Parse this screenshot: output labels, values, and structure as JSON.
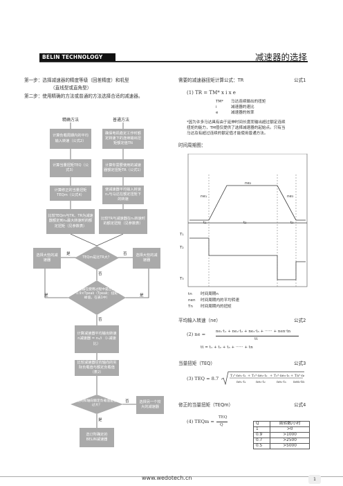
{
  "header": {
    "brand": "BELIN TECHNOLOGY",
    "title": "减速器的选择"
  },
  "left": {
    "step1": "第一步：选择减速器的精度等级（回差精度）和机型",
    "step1b": "（直线型或直角型）",
    "step2": "第二步：使用精确的方法或普通的方法选择合适的减速器。",
    "precise_label": "精确方法",
    "normal_label": "普通方法",
    "boxes": {
      "p1": "计算负载周期内的平均输入转速（公式2）",
      "p2": "计算当量扭矩TEQ（公式3）",
      "p3": "计算修正的当量扭矩TEQm（公式4）",
      "p4": "比较TEQm与TR、TR为减速器额定到n₀最大转速时的额定扭矩（见参数表）",
      "n1": "确保电机稳定工作时额定转速下的连续输出扭矩额定值TN",
      "n2": "计算你需要使用的减速器额定扭矩TR（公式1）",
      "n3": "使减速器平均输入转速n₁与马达在额定扭矩下的转速",
      "n4": "比较TR与减速器在n₁转速时的额定扭矩（见参数表）",
      "d1": "TEQm是比TR大？",
      "big_left": "选择大些的减速器",
      "big_right": "选择大些的减速器",
      "d2": "减速器在使用过程中是否超过0.9×Tpeak（Tpeak：扭矩峰值，在表1中）",
      "m1": "计算减速器平均输出转速 n减速器 = n₁/i （i-减速比）",
      "m2": "比较减速器径向轴向的实际负载值与额定负载值（表2）",
      "d3": "径向和轴向额定负载值是否过大？",
      "other": "选择另一个较大的减速器",
      "final": "选订所确定的BELIN减速器"
    },
    "yes": "是",
    "no": "否"
  },
  "right": {
    "req_title": "需要的减速器扭矩计算公式：TR",
    "formula1_tag": "公式1",
    "formula1": "(1) TR = TM* x i x e",
    "defs": [
      {
        "sym": "TM*",
        "text": "马达连续输出的扭矩"
      },
      {
        "sym": "i",
        "text": "减速器的速比"
      },
      {
        "sym": "e",
        "text": "减速器的效率"
      }
    ],
    "note1": "*因为许多马达具有由于延伸时间长度而输出超过额定连续",
    "note2": "扭矩的能力，TM值仅提供了选择减速器的起始点。只有当",
    "note3": "马达及有超过连续的额定值才能使用普通方法。",
    "cycle_title": "时间周期图：",
    "cycle_legend": [
      {
        "sym": "tn",
        "text": "时间周期n"
      },
      {
        "sym": "nen",
        "text": "时间周期内的平均转速"
      },
      {
        "sym": "Tn",
        "text": "时间周期内的扭矩"
      }
    ],
    "avg_title": "平均输入转速（ne）",
    "formula2_tag": "公式2",
    "f2_lhs": "(2)  ne =",
    "f2_num": "ne₁·t₁ + ne₂·t₂ + ne₃·t₃ + ······ + nen·tn",
    "f2_den": "tt",
    "f2_tt": "tt = t₁ + t₂ + t₃ + ······ + tn",
    "eq_title": "当量扭矩（TEQ）",
    "formula3_tag": "公式3",
    "f3_lhs": "(3)  TEQ = 8.7",
    "mod_title": "修正的当量扭矩（TEQm）",
    "formula4_tag": "公式4",
    "f4_lhs": "(4)  TEQm =",
    "f4_num": "TEQ",
    "f4_den": "Q",
    "qtable": {
      "headers": [
        "Q",
        "周转数/小时"
      ],
      "rows": [
        [
          "1",
          ">0"
        ],
        [
          "0.9",
          ">1000"
        ],
        [
          "0.7",
          ">2500"
        ],
        [
          "0.5",
          ">5000"
        ]
      ]
    }
  },
  "footer": {
    "url": "www.wedotech.cn",
    "page": "1"
  }
}
